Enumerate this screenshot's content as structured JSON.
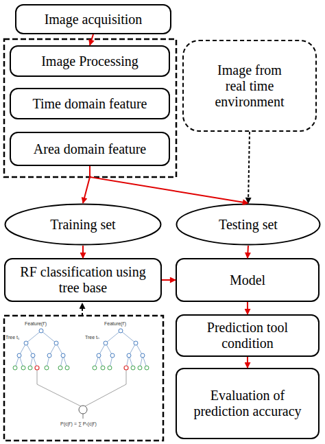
{
  "diagram": {
    "nodes": [
      {
        "text": [
          "Image acquisition"
        ]
      },
      {
        "text": [
          "Image Processing"
        ]
      },
      {
        "text": [
          "Time domain feature"
        ]
      },
      {
        "text": [
          "Area domain feature"
        ]
      },
      {
        "text": [
          "Image from real time environment"
        ]
      },
      {
        "text": [
          "Training set"
        ]
      },
      {
        "text": [
          "Testing set"
        ]
      },
      {
        "text": [
          "RF classification using tree base"
        ]
      },
      {
        "text": [
          "Model"
        ]
      },
      {
        "text": [
          "Prediction tool condition"
        ]
      },
      {
        "text": [
          "Evaluation of prediction accuracy"
        ]
      }
    ],
    "edges": [
      {
        "from": 0,
        "to": 1,
        "arrow": "to"
      },
      {
        "from": 3,
        "to": 5,
        "arrow": "to"
      },
      {
        "from": 3,
        "to": 6,
        "arrow": "to"
      },
      {
        "from": 4,
        "to": 6,
        "arrow": "to"
      },
      {
        "from": 5,
        "to": 7,
        "arrow": "to"
      },
      {
        "from": 7,
        "to": 8,
        "arrow": "to"
      },
      {
        "from": 6,
        "to": 8,
        "arrow": "to"
      },
      {
        "from": 8,
        "to": 9,
        "arrow": "to"
      },
      {
        "from": 9,
        "to": 10,
        "arrow": "to"
      }
    ],
    "labels": [
      "Feature(f')",
      "Feature(f')",
      "Tree t₁",
      "Tree tₙ",
      "P(c|f') = ∑ Pₜ(c|f')"
    ]
  }
}
